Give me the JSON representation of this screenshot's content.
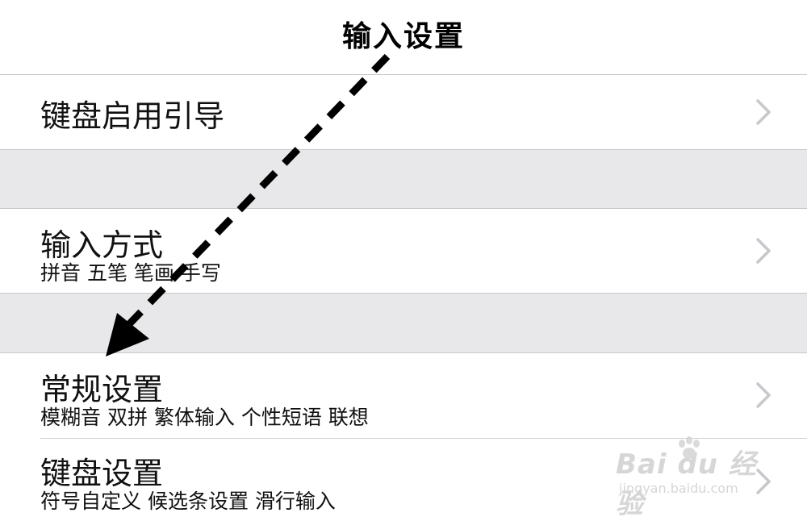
{
  "header": {
    "title": "输入设置"
  },
  "rows": [
    {
      "title": "键盘启用引导",
      "subtitle": ""
    },
    {
      "title": "输入方式",
      "subtitle": "拼音 五笔 笔画 手写"
    },
    {
      "title": "常规设置",
      "subtitle": "模糊音 双拼 繁体输入 个性短语 联想"
    },
    {
      "title": "键盘设置",
      "subtitle": "符号自定义 候选条设置 滑行输入"
    }
  ],
  "watermark": {
    "main": "Bai du 经验",
    "sub": "jingyan.baidu.com"
  },
  "colors": {
    "background": "#ffffff",
    "section_gap": "#e8e8ea",
    "separator": "#c8c8cc",
    "chevron": "#c7c7cc",
    "arrow": "#000000"
  }
}
